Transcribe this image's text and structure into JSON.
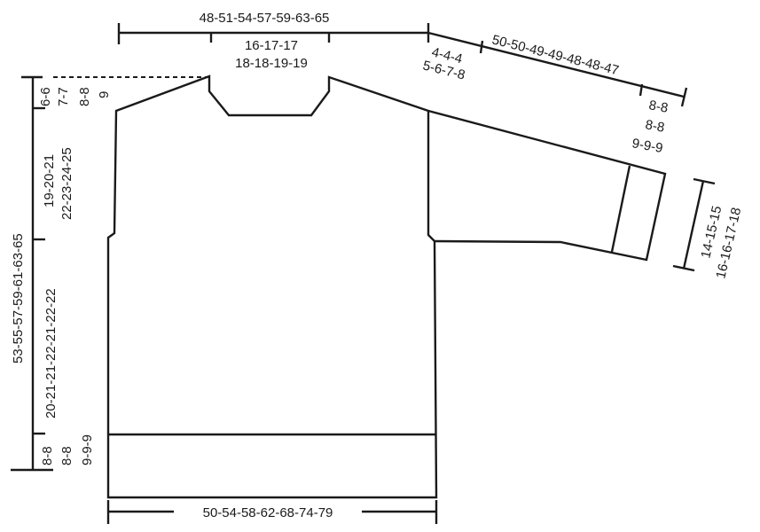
{
  "diagram": {
    "type": "knitting-schematic",
    "subject": "sweater body and sleeve measurements (cm)",
    "colors": {
      "line": "#1a1a1a",
      "background": "#ffffff"
    },
    "labels": {
      "top_width": "48-51-54-57-59-63-65",
      "neck_width_1": "16-17-17",
      "neck_width_2": "18-18-19-19",
      "shoulder_slope_1": "4-4-4",
      "shoulder_slope_2": "5-6-7-8",
      "sleeve_length": "50-50-49-49-48-48-47",
      "cuff_length_1": "8-8",
      "cuff_length_2": "8-8",
      "cuff_length_3": "9-9-9",
      "cuff_width_1": "14-15-15",
      "cuff_width_2": "16-16-17-18",
      "total_length": "53-55-57-59-61-63-65",
      "shoulder_height_1": "6-6",
      "shoulder_height_2": "7-7",
      "shoulder_height_3": "8-8",
      "shoulder_height_4": "9",
      "armhole_depth_1": "19-20-21",
      "armhole_depth_2": "22-23-24-25",
      "body_length": "20-21-21-22-21-22-22",
      "rib_height_1": "8-8",
      "rib_height_2": "8-8",
      "rib_height_3": "9-9-9",
      "bottom_width": "50-54-58-62-68-74-79"
    }
  }
}
